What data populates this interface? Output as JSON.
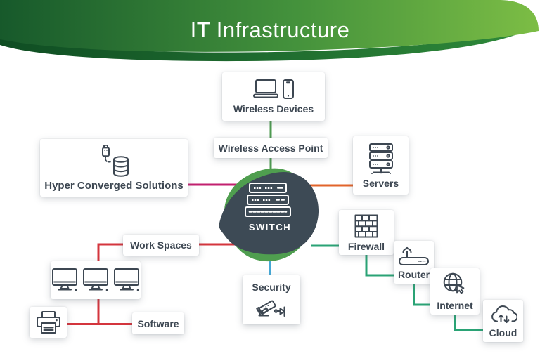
{
  "header": {
    "title": "IT Infrastructure",
    "gradient_left": "#17592b",
    "gradient_mid": "#44923c",
    "gradient_right": "#7cbd45",
    "swoosh_left": "#0f4d23",
    "swoosh_right": "#2f8a3a"
  },
  "switch": {
    "label": "SWITCH",
    "blob_color": "#3d4a55",
    "blob_accent": "#4f9e4f",
    "icon": "network-switch-stack-icon"
  },
  "nodes": {
    "wireless_devices": {
      "label": "Wireless Devices",
      "icon": "laptop-phone-icon"
    },
    "wireless_access_point": {
      "label": "Wireless Access Point"
    },
    "hyper_converged": {
      "label": "Hyper Converged Solutions",
      "icon": "drive-database-icon"
    },
    "servers": {
      "label": "Servers",
      "icon": "server-rack-icon"
    },
    "firewall": {
      "label": "Firewall",
      "icon": "brick-wall-icon"
    },
    "router": {
      "label": "Router",
      "icon": "router-icon"
    },
    "internet": {
      "label": "Internet",
      "icon": "globe-cursor-icon"
    },
    "cloud": {
      "label": "Cloud",
      "icon": "cloud-sync-icon"
    },
    "security": {
      "label": "Security",
      "icon": "cctv-camera-icon"
    },
    "work_spaces": {
      "label": "Work Spaces"
    },
    "workstations": {
      "icon": "desktop-monitors-icon"
    },
    "printer": {
      "icon": "printer-icon"
    },
    "software": {
      "label": "Software"
    }
  },
  "connectors": {
    "wireless_line": "#4e9b51",
    "hyper_converged_line": "#c2206f",
    "servers_line": "#e2642b",
    "workspaces_line": "#d4353d",
    "security_line": "#46a8d5",
    "internet_chain_line": "#2aa375"
  },
  "palette": {
    "text_color": "#3d4752",
    "background": "#ffffff"
  },
  "edges": [
    {
      "from": "wireless-devices",
      "to": "wireless-access-point",
      "color_key": "wireless_line"
    },
    {
      "from": "wireless-access-point",
      "to": "switch",
      "color_key": "wireless_line"
    },
    {
      "from": "hyper-converged-solutions",
      "to": "switch",
      "color_key": "hyper_converged_line"
    },
    {
      "from": "switch",
      "to": "servers",
      "color_key": "servers_line"
    },
    {
      "from": "switch",
      "to": "work-spaces",
      "color_key": "workspaces_line"
    },
    {
      "from": "work-spaces",
      "to": "workstations",
      "color_key": "workspaces_line"
    },
    {
      "from": "workstations",
      "to": "printer",
      "color_key": "workspaces_line"
    },
    {
      "from": "workstations",
      "to": "software",
      "color_key": "workspaces_line"
    },
    {
      "from": "switch",
      "to": "security",
      "color_key": "security_line"
    },
    {
      "from": "switch",
      "to": "firewall",
      "color_key": "internet_chain_line"
    },
    {
      "from": "firewall",
      "to": "router",
      "color_key": "internet_chain_line"
    },
    {
      "from": "router",
      "to": "internet",
      "color_key": "internet_chain_line"
    },
    {
      "from": "internet",
      "to": "cloud",
      "color_key": "internet_chain_line"
    }
  ]
}
